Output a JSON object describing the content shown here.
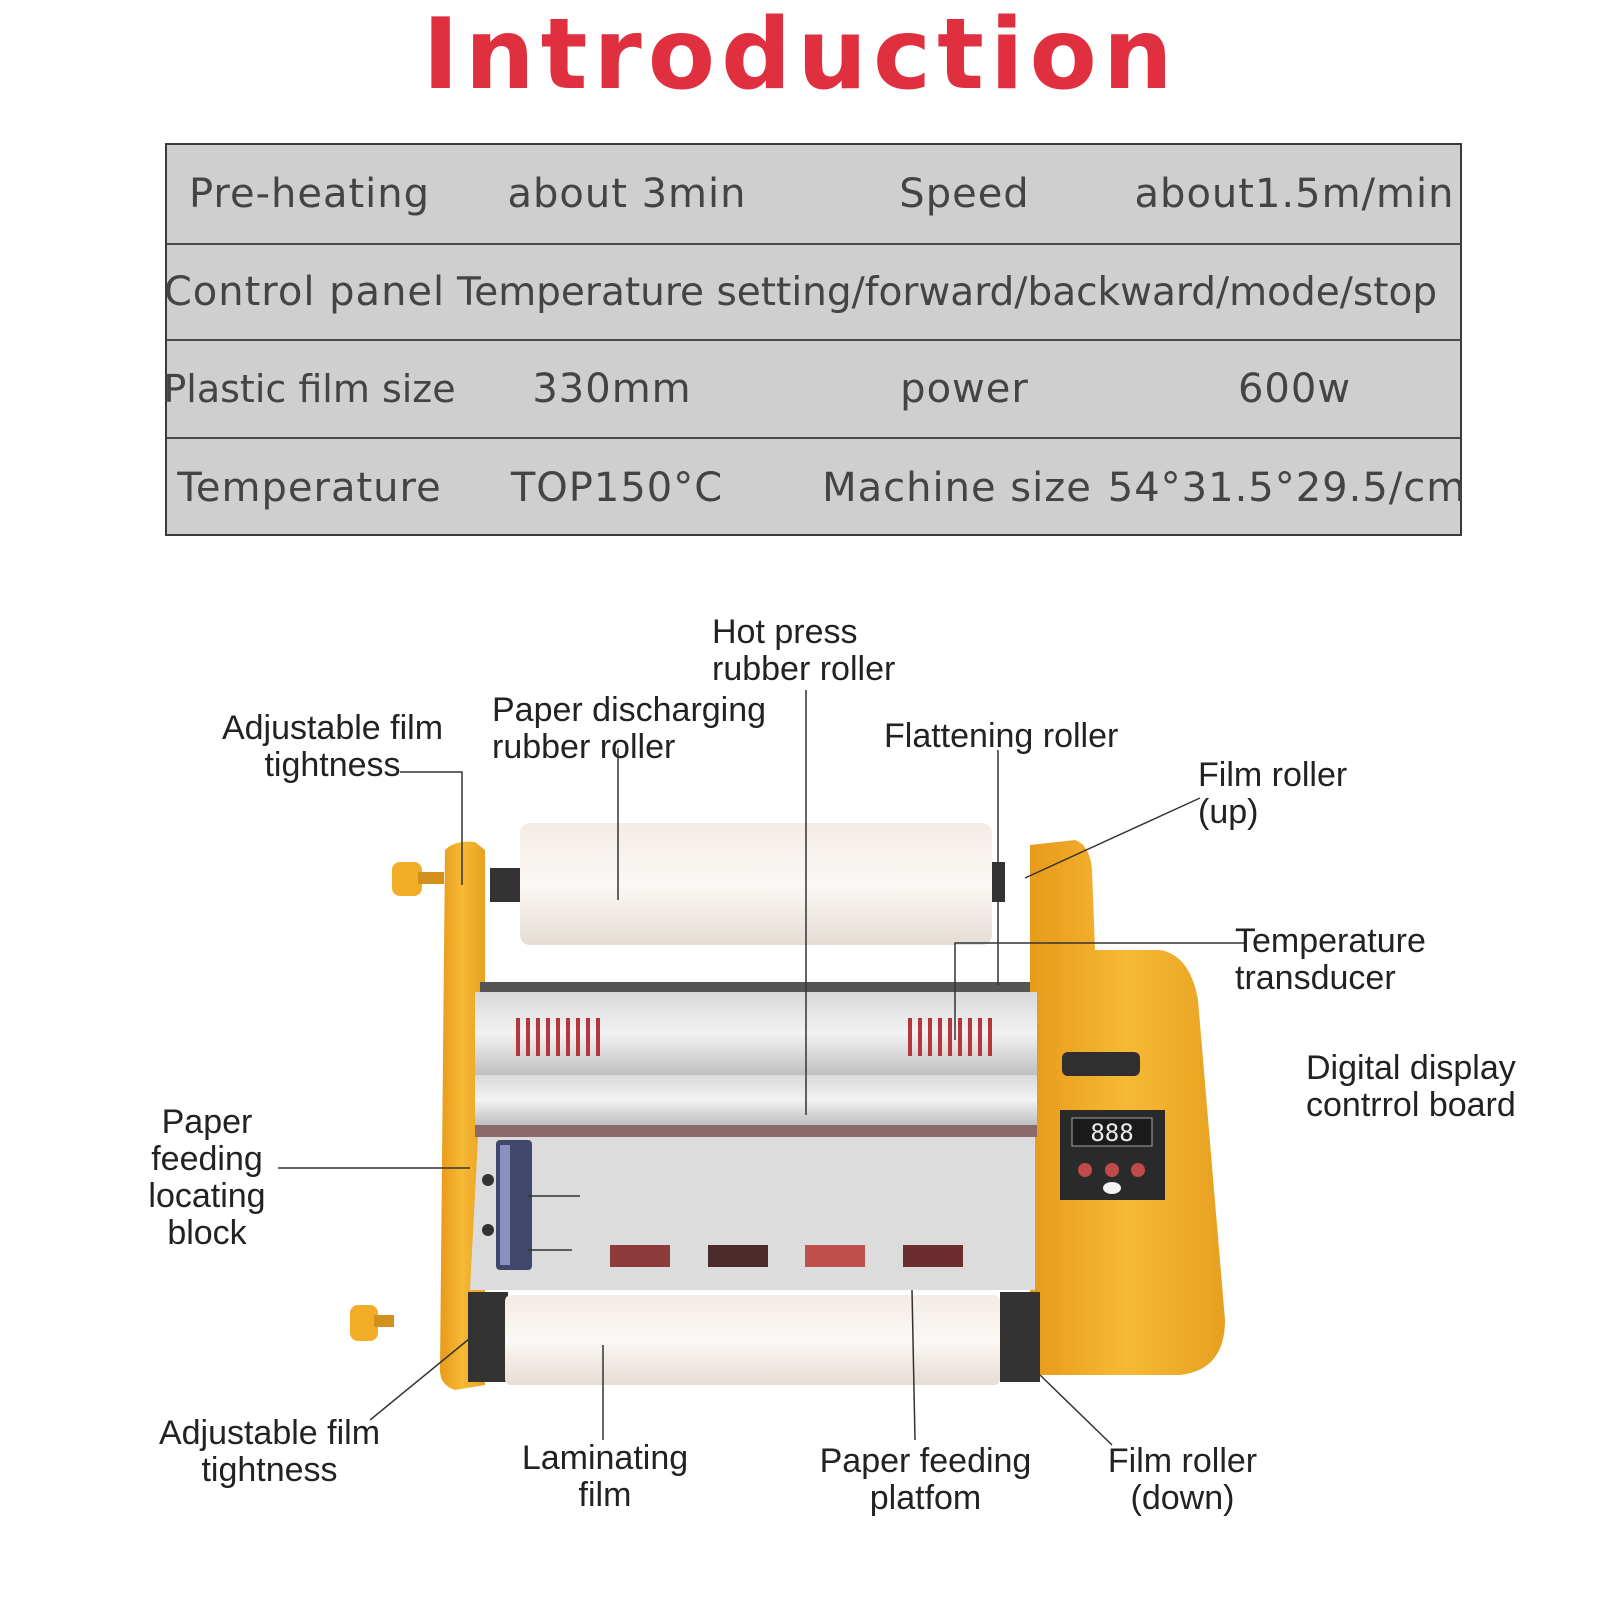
{
  "title": "Introduction",
  "colors": {
    "title": "#e0303f",
    "machine_body": "#f4b12c",
    "panel": "#2a2a2a"
  },
  "spec_rows": [
    [
      "Pre-heating",
      "about 3min",
      "Speed",
      "about1.5m/min"
    ],
    [
      "Control panel",
      "Temperature setting/forward/backward/mode/stop"
    ],
    [
      "Plastic film size",
      "330mm",
      "power",
      "600w"
    ],
    [
      "Temperature",
      "TOP150°C",
      "Machine size",
      "54°31.5°29.5/cm"
    ]
  ],
  "labels": {
    "adjustable_top": [
      "Adjustable film",
      "tightness"
    ],
    "discharging": [
      "Paper discharging",
      "rubber roller"
    ],
    "hot_press": [
      "Hot press",
      "rubber roller"
    ],
    "flattening": [
      "Flattening roller"
    ],
    "film_up": [
      "Film roller",
      "(up)"
    ],
    "temp_trans": [
      "Temperature",
      "transducer"
    ],
    "digital": [
      "Digital display",
      "contrrol board"
    ],
    "feeding_block": [
      "Paper",
      "feeding",
      "locating",
      "block"
    ],
    "adjustable_bottom": [
      "Adjustable film",
      "tightness"
    ],
    "laminating": [
      "Laminating",
      "film"
    ],
    "feeding_platform": [
      "Paper feeding",
      "platfom"
    ],
    "film_down": [
      "Film roller",
      "(down)"
    ]
  },
  "display_digits": "888"
}
